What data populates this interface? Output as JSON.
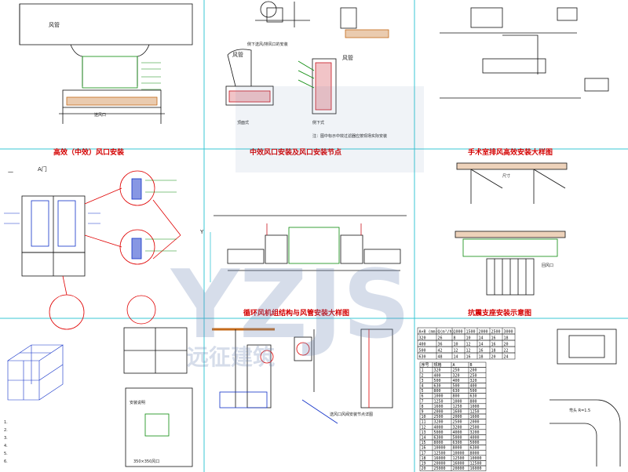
{
  "panels": {
    "p1": {
      "title": "高效（中效）风口安装",
      "duct": "风管",
      "bottom": "送风口"
    },
    "p2": {
      "title": "中效风口安装及风口安装节点",
      "duct_left": "风管",
      "duct_right": "风管",
      "sub_left": "侧下送风/排风口的安装",
      "label_left": "顶面式",
      "label_right": "侧下式",
      "note": "注：图中标示中效过滤器应按现场实际安装"
    },
    "p3": {
      "title": "手术室排风高效安装大样图"
    },
    "p4": {
      "title": "",
      "label_a": "A门",
      "label_b": "一"
    },
    "p5": {
      "title": "循环风机组结构与风管安装大样图",
      "axis": "Y"
    },
    "p6": {
      "title": "",
      "size_note": "尺寸",
      "box_label": "回风口"
    },
    "p7": {
      "title": "",
      "notes": [
        "1.",
        "2.",
        "3.",
        "4.",
        "5.",
        "6."
      ]
    },
    "p8": {
      "title": "",
      "box_label": "安装说明",
      "fig_label": "350×350风口"
    },
    "p9": {
      "title": "",
      "caption": "送风口风阀安装节点详图"
    },
    "p10": {
      "title": "抗震支座安装示意图",
      "note": "弯头 R=1.5"
    }
  },
  "watermark": {
    "text": "YZJS",
    "sub": "远征建筑",
    "color": "#6e86b4"
  },
  "colors": {
    "line": "#111111",
    "green": "#0a8a0a",
    "red": "#e00000",
    "blue": "#1030c8",
    "grid": "#39c7d6",
    "hatch": "#c46a1a",
    "fill_red": "#c8141e"
  },
  "table1": {
    "header": [
      "A×B (mm)",
      "Q(m³/h)",
      "1000",
      "1500",
      "2000",
      "2500",
      "3000"
    ],
    "rows": [
      [
        "320",
        "26",
        "8",
        "10",
        "14",
        "16",
        "18"
      ],
      [
        "400",
        "36",
        "10",
        "12",
        "14",
        "16",
        "20"
      ],
      [
        "500",
        "42",
        "12",
        "12",
        "16",
        "18",
        "22"
      ],
      [
        "630",
        "48",
        "14",
        "16",
        "18",
        "20",
        "24"
      ]
    ]
  },
  "table2": {
    "header": [
      "序号",
      "规格",
      "A",
      "B"
    ],
    "rows": [
      [
        "1",
        "320",
        "250",
        "200"
      ],
      [
        "2",
        "400",
        "320",
        "250"
      ],
      [
        "3",
        "500",
        "400",
        "320"
      ],
      [
        "4",
        "630",
        "500",
        "400"
      ],
      [
        "5",
        "800",
        "630",
        "500"
      ],
      [
        "6",
        "1000",
        "800",
        "630"
      ],
      [
        "7",
        "1250",
        "1000",
        "800"
      ],
      [
        "8",
        "1600",
        "1250",
        "1000"
      ],
      [
        "9",
        "2000",
        "1600",
        "1250"
      ],
      [
        "10",
        "2500",
        "2000",
        "1600"
      ],
      [
        "11",
        "3200",
        "2500",
        "2000"
      ],
      [
        "12",
        "4000",
        "3200",
        "2500"
      ],
      [
        "13",
        "5000",
        "4000",
        "3200"
      ],
      [
        "14",
        "6300",
        "5000",
        "4000"
      ],
      [
        "15",
        "8000",
        "6300",
        "5000"
      ],
      [
        "16",
        "10000",
        "8000",
        "6300"
      ],
      [
        "17",
        "12500",
        "10000",
        "8000"
      ],
      [
        "18",
        "16000",
        "12500",
        "10000"
      ],
      [
        "19",
        "20000",
        "16000",
        "12500"
      ],
      [
        "20",
        "25000",
        "20000",
        "16000"
      ]
    ]
  }
}
